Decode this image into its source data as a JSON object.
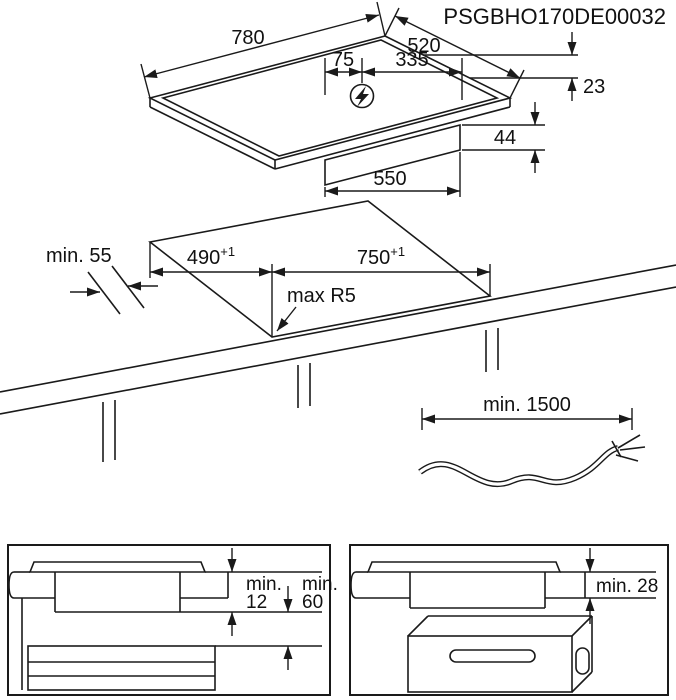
{
  "header": {
    "part_code": "PSGBHO170DE00032"
  },
  "hob_view": {
    "width": "780",
    "depth": "520",
    "socket_left": "75",
    "socket_right": "335",
    "height_above": "23",
    "height_below": "44",
    "casing_width": "550"
  },
  "cutout_view": {
    "edge_clearance": "min. 55",
    "depth": "490",
    "depth_tol": "+1",
    "width": "750",
    "width_tol": "+1",
    "corner_radius": "max R5"
  },
  "cable_view": {
    "length": "min. 1500"
  },
  "drawer_view": {
    "top_gap_prefix": "min.",
    "top_gap_value": "12",
    "bottom_gap_prefix": "min.",
    "bottom_gap_value": "60"
  },
  "oven_view": {
    "gap": "min. 28"
  },
  "colors": {
    "ink": "#1a1a1a",
    "paper": "#ffffff"
  }
}
